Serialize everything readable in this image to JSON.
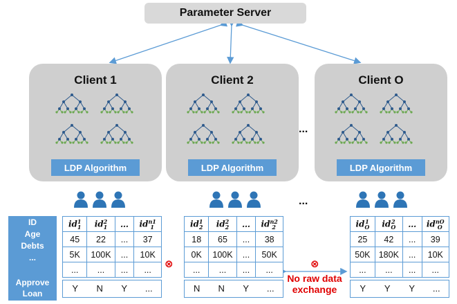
{
  "server": {
    "title": "Parameter Server"
  },
  "clients": [
    {
      "title": "Client 1",
      "algorithm": "LDP Algorithm"
    },
    {
      "title": "Client 2",
      "algorithm": "LDP Algorithm"
    },
    {
      "title": "Client O",
      "algorithm": "LDP Algorithm"
    }
  ],
  "ellipsis": "...",
  "features": {
    "id": "ID",
    "age": "Age",
    "debts": "Debts",
    "more": "...",
    "approve": "Approve",
    "loan": "Loan"
  },
  "tables": [
    {
      "headers": [
        [
          "id",
          "1",
          "1"
        ],
        [
          "id",
          "1",
          "2"
        ],
        [
          "…",
          "",
          ""
        ],
        [
          "id",
          "1",
          "n1"
        ]
      ],
      "age": [
        "45",
        "22",
        "...",
        "37"
      ],
      "debts": [
        "5K",
        "100K",
        "...",
        "10K"
      ],
      "more": [
        "...",
        "...",
        "...",
        "..."
      ],
      "approve": [
        "Y",
        "N",
        "Y",
        "..."
      ]
    },
    {
      "headers": [
        [
          "id",
          "2",
          "1"
        ],
        [
          "id",
          "2",
          "2"
        ],
        [
          "…",
          "",
          ""
        ],
        [
          "id",
          "2",
          "n2"
        ]
      ],
      "age": [
        "18",
        "65",
        "...",
        "38"
      ],
      "debts": [
        "0K",
        "100K",
        "...",
        "50K"
      ],
      "more": [
        "...",
        "...",
        "...",
        "..."
      ],
      "approve": [
        "N",
        "N",
        "Y",
        "..."
      ]
    },
    {
      "headers": [
        [
          "id",
          "O",
          "1"
        ],
        [
          "id",
          "O",
          "2"
        ],
        [
          "…",
          "",
          ""
        ],
        [
          "id",
          "O",
          "nO"
        ]
      ],
      "age": [
        "25",
        "42",
        "...",
        "39"
      ],
      "debts": [
        "50K",
        "180K",
        "...",
        "10K"
      ],
      "more": [
        "...",
        "...",
        "...",
        "..."
      ],
      "approve": [
        "Y",
        "Y",
        "Y",
        "..."
      ]
    }
  ],
  "exchange": {
    "line1": "No raw data",
    "line2": "exchange",
    "symbol": "⊗"
  },
  "colors": {
    "accent": "#5b9bd5",
    "client_bg": "#cfcfcf",
    "server_bg": "#d9d9d9",
    "warning": "#e00000",
    "tree_node": "#2e5a8c",
    "leaf": "#6aa84f"
  }
}
